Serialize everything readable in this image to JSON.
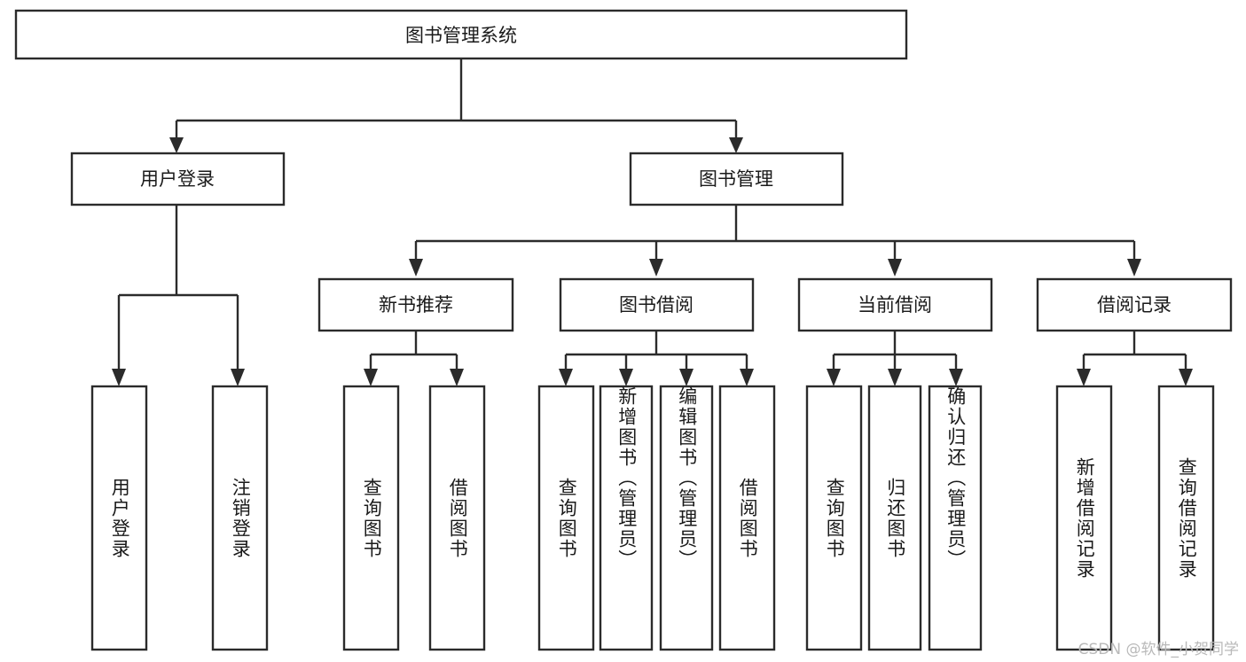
{
  "diagram": {
    "title": "图书管理系统",
    "type": "tree-hierarchy-chart",
    "watermark": "CSDN @软件_小贺同学",
    "colors": {
      "box_fill": "#ffffff",
      "box_stroke": "#2b2b2b",
      "text": "#1a1a1a",
      "background": "#ffffff",
      "watermark": "#b9b9b9"
    },
    "levels": {
      "root": {
        "label": "图书管理系统"
      },
      "level2": [
        {
          "label": "用户登录"
        },
        {
          "label": "图书管理"
        }
      ],
      "level3": [
        {
          "label": "新书推荐"
        },
        {
          "label": "图书借阅"
        },
        {
          "label": "当前借阅"
        },
        {
          "label": "借阅记录"
        }
      ],
      "leaves": [
        {
          "label": "用户登录",
          "parent": "用户登录"
        },
        {
          "label": "注销登录",
          "parent": "用户登录"
        },
        {
          "label": "查询图书",
          "parent": "新书推荐"
        },
        {
          "label": "借阅图书",
          "parent": "新书推荐"
        },
        {
          "label": "查询图书",
          "parent": "图书借阅"
        },
        {
          "label": "新增图书（管理员）",
          "parent": "图书借阅"
        },
        {
          "label": "编辑图书（管理员）",
          "parent": "图书借阅"
        },
        {
          "label": "借阅图书",
          "parent": "图书借阅"
        },
        {
          "label": "查询图书",
          "parent": "当前借阅"
        },
        {
          "label": "归还图书",
          "parent": "当前借阅"
        },
        {
          "label": "确认归还（管理员）",
          "parent": "当前借阅"
        },
        {
          "label": "新增借阅记录",
          "parent": "借阅记录"
        },
        {
          "label": "查询借阅记录",
          "parent": "借阅记录"
        }
      ]
    }
  }
}
